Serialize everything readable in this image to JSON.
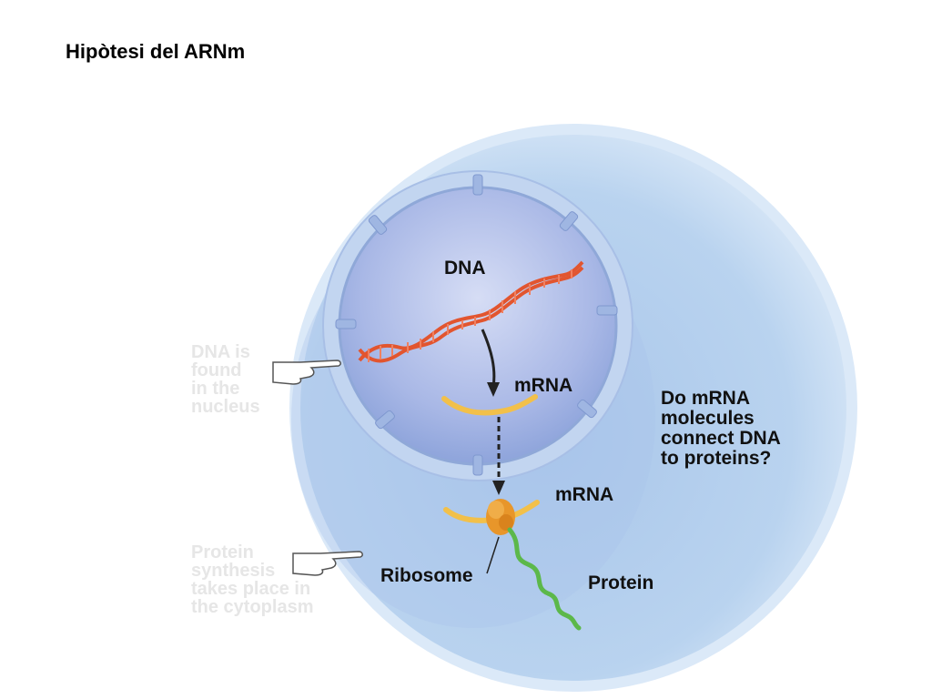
{
  "title": "Hipòtesi del ARNm",
  "labels": {
    "dna": "DNA",
    "mrna_nucleus": "mRNA",
    "mrna_cytoplasm": "mRNA",
    "ribosome": "Ribosome",
    "protein": "Protein"
  },
  "question_lines": [
    "Do mRNA",
    "molecules",
    "connect DNA",
    "to proteins?"
  ],
  "faded_notes": {
    "nucleus_note": [
      "DNA is",
      "found",
      "in the",
      "nucleus"
    ],
    "cytoplasm_note": [
      "Protein",
      "synthesis",
      "takes place in",
      "the cytoplasm"
    ]
  },
  "colors": {
    "cell": "#b7d3ee",
    "cell_edge": "#c9def3",
    "nucleus": "#9bb3e2",
    "nuclear_envelope": "#aac4ea",
    "dna": "#e2552f",
    "mrna": "#f2c04a",
    "ribosome": "#e8962a",
    "protein": "#5cb84a",
    "arrow": "#222222"
  }
}
